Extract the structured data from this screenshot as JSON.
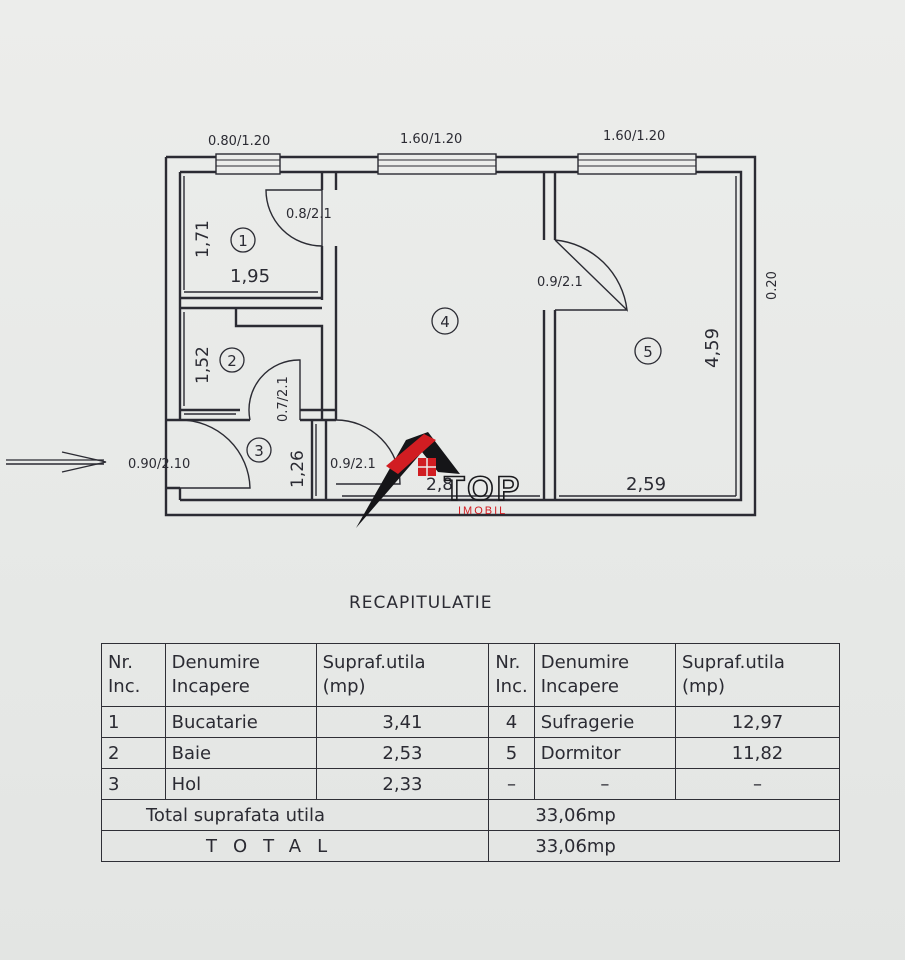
{
  "plan": {
    "openings": {
      "window_left": "0.80/1.20",
      "window_mid": "1.60/1.20",
      "window_right": "1.60/1.20",
      "entry_door": "0.90/2.10",
      "door_kitchen": "0.8/2.1",
      "door_bedroom": "0.9/2.1",
      "door_bath": "0.7/2.1",
      "door_living": "0.9/2.1",
      "wall_thickness": "0.20"
    },
    "rooms": [
      {
        "number": "1",
        "dim_a": "1,71",
        "dim_b": "1,95"
      },
      {
        "number": "2",
        "dim_a": "1,52"
      },
      {
        "number": "3",
        "dim_a": "1,26"
      },
      {
        "number": "4",
        "dim_b": "2,8"
      },
      {
        "number": "5",
        "dim_a": "4,59",
        "dim_b": "2,59"
      }
    ]
  },
  "logo": {
    "name": "TOP",
    "sub": "IMOBIL",
    "color": "#d11d22"
  },
  "recap": {
    "title": "RECAPITULATIE",
    "headers": {
      "nr_line1": "Nr.",
      "nr_line2": "Inc.",
      "den_line1": "Denumire",
      "den_line2": "Incapere",
      "sup_line1": "Supraf.utila",
      "sup_line2": "(mp)"
    },
    "rows": [
      {
        "nr": "1",
        "name": "Bucatarie",
        "area": "3,41",
        "nr2": "4",
        "name2": "Sufragerie",
        "area2": "12,97"
      },
      {
        "nr": "2",
        "name": "Baie",
        "area": "2,53",
        "nr2": "5",
        "name2": "Dormitor",
        "area2": "11,82"
      },
      {
        "nr": "3",
        "name": "Hol",
        "area": "2,33",
        "nr2": "–",
        "name2": "–",
        "area2": "–"
      }
    ],
    "total_utila_label": "Total suprafata utila",
    "total_utila_value": "33,06mp",
    "total_label": "TOTAL",
    "total_value": "33,06mp"
  }
}
